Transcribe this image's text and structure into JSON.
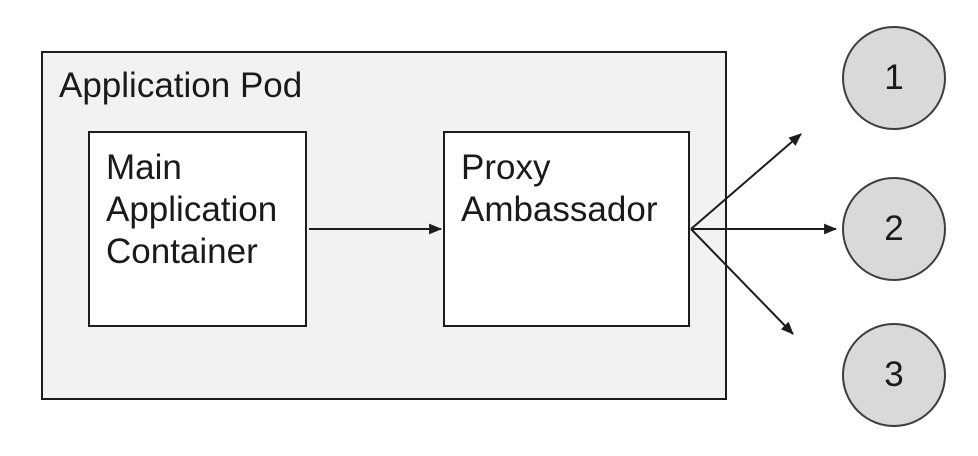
{
  "diagram": {
    "pod": {
      "label": "Application Pod"
    },
    "containers": [
      {
        "id": "main",
        "label": "Main Application Container"
      },
      {
        "id": "proxy",
        "label": "Proxy Ambassador"
      }
    ],
    "endpoints": [
      {
        "label": "1"
      },
      {
        "label": "2"
      },
      {
        "label": "3"
      }
    ],
    "connections": [
      {
        "from": "Main Application Container",
        "to": "Proxy Ambassador"
      },
      {
        "from": "Proxy Ambassador",
        "to": "1"
      },
      {
        "from": "Proxy Ambassador",
        "to": "2"
      },
      {
        "from": "Proxy Ambassador",
        "to": "3"
      }
    ],
    "colors": {
      "canvas_bg": "#ffffff",
      "pod_fill": "#f2f2f2",
      "container_fill": "#ffffff",
      "endpoint_fill": "#d9d9d9",
      "endpoint_stroke": "#3d3d3d",
      "stroke": "#1c1c1c",
      "text": "#1a1a1a"
    }
  }
}
